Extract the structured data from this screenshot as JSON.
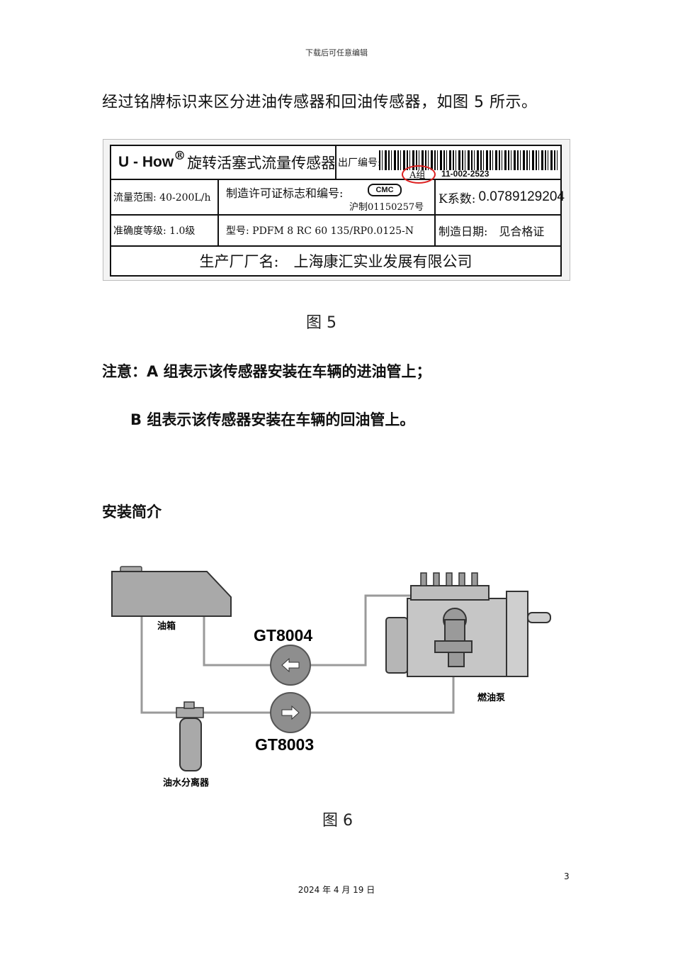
{
  "header": {
    "note": "下载后可任意编辑"
  },
  "intro_text": "经过铭牌标识来区分进油传感器和回油传感器，如图 5 所示。",
  "nameplate": {
    "brand": "U - How",
    "registered_mark": "®",
    "product_name": "旋转活塞式流量传感器",
    "serial_label": "出厂编号:",
    "group_label": "A组",
    "serial_number": "11-002-2523",
    "flow_range": "流量范围: 40-200L/h",
    "license_label": "制造许可证标志和编号:",
    "license_logo": "CMC",
    "license_number": "沪制01150257号",
    "k_factor_label": "K系数:",
    "k_factor_value": "0.0789129204",
    "accuracy": "准确度等级: 1.0级",
    "model": "型号: PDFM 8 RC 60 135/RP0.0125-N",
    "manufacture_date": "制造日期:　见合格证",
    "manufacturer": "生产厂厂名:　上海康汇实业发展有限公司"
  },
  "figure5_caption": "图 5",
  "note_line1": "注意：A 组表示该传感器安装在车辆的进油管上；",
  "note_line2": "B 组表示该传感器安装在车辆的回油管上。",
  "section_title": "安装简介",
  "diagram": {
    "tank_label": "油箱",
    "sensor_top": "GT8004",
    "sensor_bottom": "GT8003",
    "pump_label": "燃油泵",
    "separator_label": "油水分离器"
  },
  "figure6_caption": "图 6",
  "page_number": "3",
  "footer_date": "2024 年 4 月 19 日"
}
